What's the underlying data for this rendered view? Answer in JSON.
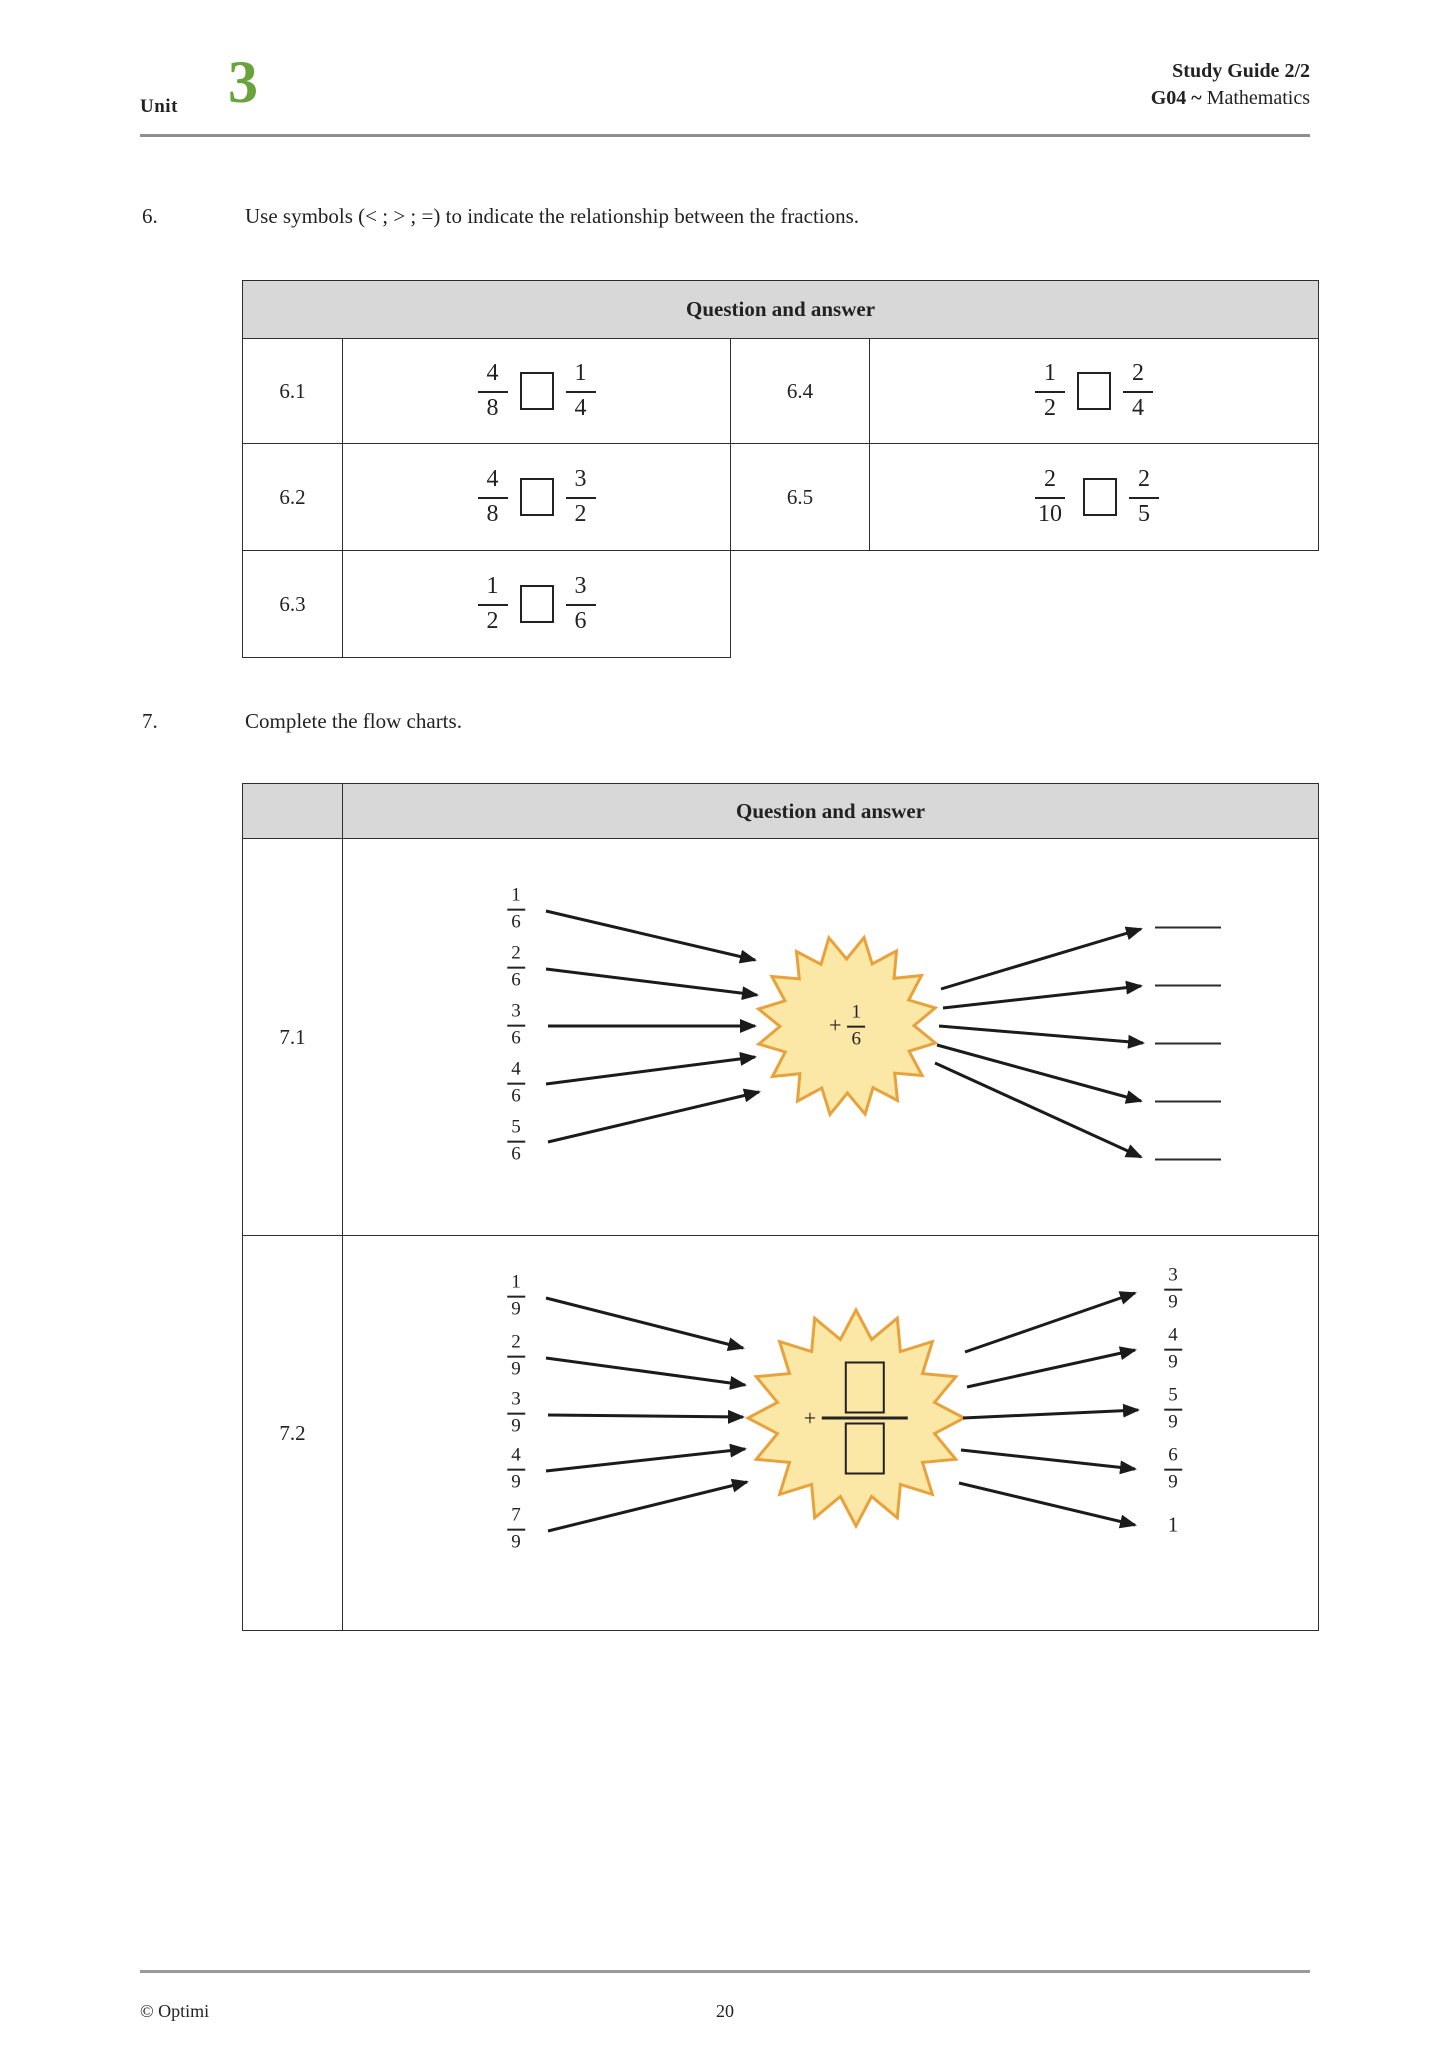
{
  "colors": {
    "accent_green": "#69A33B",
    "table_header_gray": "#D8D8D8",
    "star_fill": "#FBE7A6",
    "star_stroke": "#E9A23B"
  },
  "header": {
    "unit_label": "Unit",
    "unit_number": "3",
    "guide_title": "Study Guide 2/2",
    "course_code": "G04 ~",
    "course_subject": "Mathematics"
  },
  "q6": {
    "number": "6.",
    "prompt": "Use symbols (< ; > ; =) to indicate the relationship between the fractions.",
    "table_header": "Question and answer",
    "items": [
      {
        "label": "6.1",
        "left": {
          "num": "4",
          "den": "8"
        },
        "right": {
          "num": "1",
          "den": "4"
        }
      },
      {
        "label": "6.2",
        "left": {
          "num": "4",
          "den": "8"
        },
        "right": {
          "num": "3",
          "den": "2"
        }
      },
      {
        "label": "6.3",
        "left": {
          "num": "1",
          "den": "2"
        },
        "right": {
          "num": "3",
          "den": "6"
        }
      },
      {
        "label": "6.4",
        "left": {
          "num": "1",
          "den": "2"
        },
        "right": {
          "num": "2",
          "den": "4"
        }
      },
      {
        "label": "6.5",
        "left": {
          "num": "2",
          "den": "10"
        },
        "right": {
          "num": "2",
          "den": "5"
        }
      }
    ]
  },
  "q7": {
    "number": "7.",
    "prompt": "Complete the flow charts.",
    "table_header": "Question and answer",
    "rows": [
      {
        "label": "7.1",
        "operation": {
          "sign": "+",
          "num": "1",
          "den": "6"
        },
        "inputs": [
          {
            "num": "1",
            "den": "6"
          },
          {
            "num": "2",
            "den": "6"
          },
          {
            "num": "3",
            "den": "6"
          },
          {
            "num": "4",
            "den": "6"
          },
          {
            "num": "5",
            "den": "6"
          }
        ],
        "outputs_blank_count": 5
      },
      {
        "label": "7.2",
        "operation": {
          "sign": "+",
          "num": "",
          "den": ""
        },
        "inputs": [
          {
            "num": "1",
            "den": "9"
          },
          {
            "num": "2",
            "den": "9"
          },
          {
            "num": "3",
            "den": "9"
          },
          {
            "num": "4",
            "den": "9"
          },
          {
            "num": "7",
            "den": "9"
          }
        ],
        "outputs": [
          {
            "num": "3",
            "den": "9"
          },
          {
            "num": "4",
            "den": "9"
          },
          {
            "num": "5",
            "den": "9"
          },
          {
            "num": "6",
            "den": "9"
          },
          {
            "whole": "1"
          }
        ]
      }
    ]
  },
  "footer": {
    "copyright": "© Optimi",
    "page_number": "20"
  }
}
